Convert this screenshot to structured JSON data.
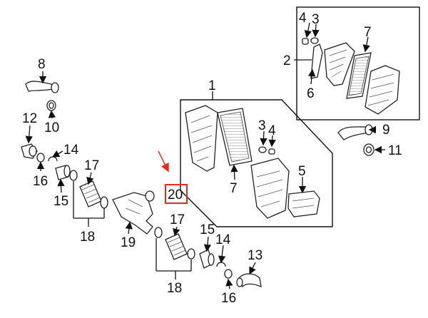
{
  "callouts": {
    "c1": "1",
    "c2": "2",
    "c3a": "3",
    "c3b": "3",
    "c4a": "4",
    "c4b": "4",
    "c5": "5",
    "c6": "6",
    "c7a": "7",
    "c7b": "7",
    "c8": "8",
    "c9": "9",
    "c10": "10",
    "c11": "11",
    "c12": "12",
    "c13": "13",
    "c14a": "14",
    "c14b": "14",
    "c15a": "15",
    "c15b": "15",
    "c16a": "16",
    "c16b": "16",
    "c17a": "17",
    "c17b": "17",
    "c18a": "18",
    "c18b": "18",
    "c19": "19",
    "c20": "20"
  },
  "colors": {
    "highlight": "#e8291c",
    "line": "#111111"
  }
}
